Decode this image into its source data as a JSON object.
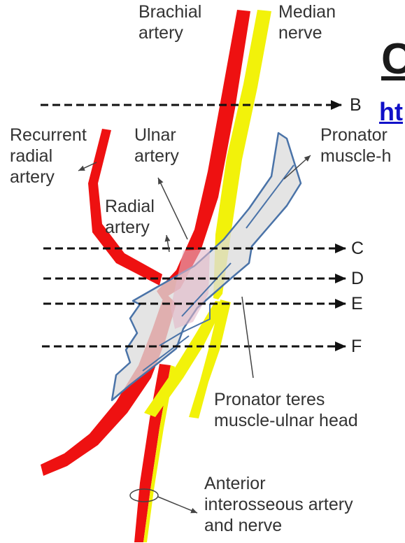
{
  "heading": {
    "title": "C",
    "link": "ht"
  },
  "labels": {
    "brachial_artery": [
      "Brachial",
      "artery"
    ],
    "median_nerve": [
      "Median",
      "nerve"
    ],
    "recurrent_radial_artery": [
      "Recurrent",
      "radial",
      "artery"
    ],
    "ulnar_artery": [
      "Ulnar",
      "artery"
    ],
    "radial_artery": [
      "Radial",
      "artery"
    ],
    "pronator_humeral_head": [
      "Pronator",
      "muscle-h"
    ],
    "pronator_ulnar_head": [
      "Pronator teres",
      "muscle-ulnar head"
    ],
    "anterior_interosseous": [
      "Anterior",
      "interosseous artery",
      "and nerve"
    ]
  },
  "levels": [
    "B",
    "C",
    "D",
    "E",
    "F"
  ],
  "colors": {
    "artery": "#ee1111",
    "nerve": "#f2f20a",
    "muscle_fill": "#dcdcdc",
    "muscle_outline": "#4a73a8",
    "overlap_tint": "#e3b8c8",
    "leader": "#444444",
    "heading_link": "#1010c8"
  }
}
